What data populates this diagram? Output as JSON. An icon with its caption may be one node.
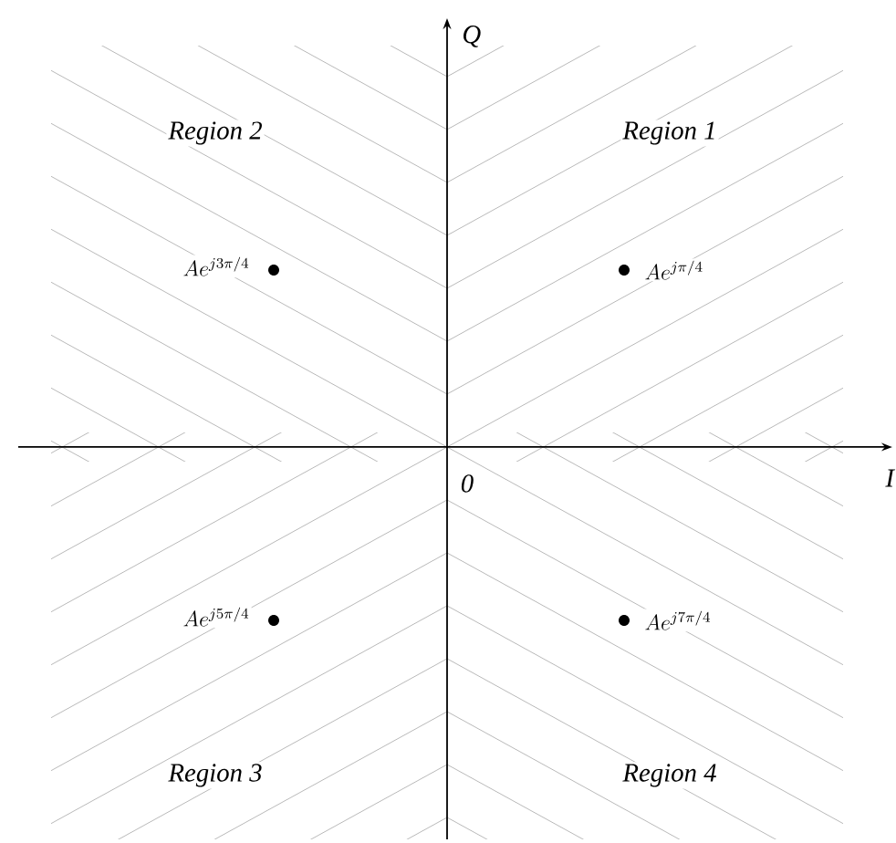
{
  "diagram": {
    "labels": [
      "Q",
      "Region 2",
      "Region 1",
      "Ae^{j3\\pi/4}",
      "Ae^{j\\pi/4}",
      "0",
      "I",
      "Ae^{j5\\pi/4}",
      "Ae^{j7\\pi/4}",
      "Region 3",
      "Region 4"
    ]
  }
}
